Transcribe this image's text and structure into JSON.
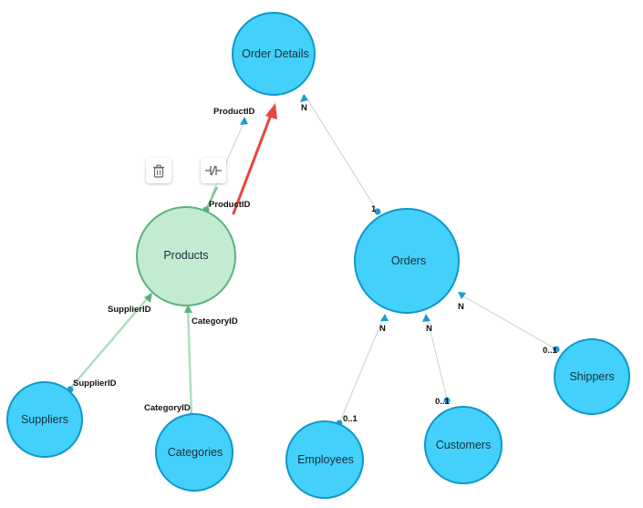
{
  "diagram": {
    "nodes": {
      "order_details": "Order Details",
      "products": "Products",
      "orders": "Orders",
      "suppliers": "Suppliers",
      "categories": "Categories",
      "employees": "Employees",
      "customers": "Customers",
      "shippers": "Shippers"
    },
    "edge_labels": {
      "od_productid": "ProductID",
      "od_n": "N",
      "products_productid": "ProductID",
      "products_supplierid": "SupplierID",
      "products_categoryid": "CategoryID",
      "suppliers_supplierid": "SupplierID",
      "categories_categoryid": "CategoryID",
      "orders_1": "1",
      "orders_n_employees": "N",
      "orders_n_customers": "N",
      "orders_n_shippers": "N",
      "employees_01": "0..1",
      "customers_01": "0..1",
      "shippers_01": "0..1"
    },
    "toolbar": {
      "delete_icon": "trash-icon",
      "edit_icon": "relationship-icon"
    },
    "colors": {
      "node_fill": "#43d1fb",
      "node_stroke": "#0f97c9",
      "selected_fill": "#c3ebd1",
      "selected_stroke": "#5ab27c",
      "arrow_red": "#e8443f"
    }
  }
}
